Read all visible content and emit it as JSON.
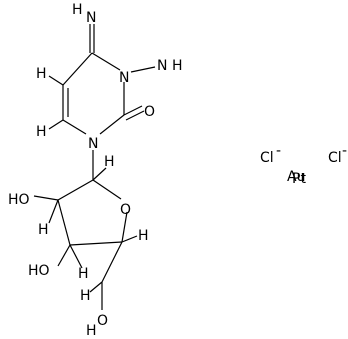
{
  "molecule": {
    "ring_atoms": {
      "imino_n": "N",
      "n3": "N",
      "amino_n": "N",
      "amino_h": "H",
      "n1": "N",
      "carbonyl_o": "O",
      "ring_o": "O",
      "ho_2": "HO",
      "ho_3": "HO",
      "oh_5": "O",
      "h_on_5": "H"
    },
    "hydrogens": {
      "h_imine": "H",
      "h_c5": "H",
      "h_c6": "H",
      "h_c1p": "H",
      "h_c2p": "H",
      "h_c3p": "H",
      "h_c4p": "H",
      "h_c5p": "H",
      "h_o2": "H",
      "h_o3": "H"
    }
  },
  "ions": {
    "chloride_left": "Cl",
    "chloride_right": "Cl",
    "metal_top": "Au",
    "metal_overlap": "Pt"
  },
  "ion_charges": {
    "left": "-",
    "right": "-"
  }
}
